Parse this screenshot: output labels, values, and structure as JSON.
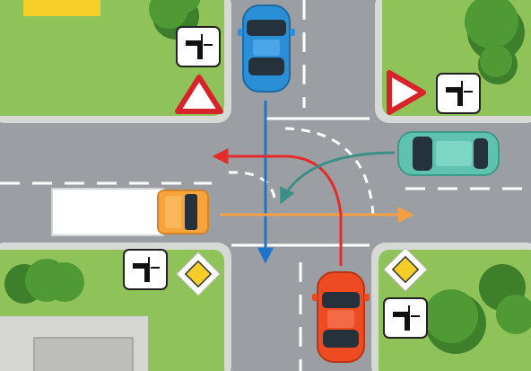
{
  "scene": {
    "type": "traffic-intersection-illustration",
    "colors": {
      "grass": "#8fc35a",
      "road": "#9b9fa3",
      "sidewalk": "#d7d9d6",
      "tree": "#4f9a35",
      "blue_car": "#2a8fd6",
      "teal_car": "#5ec2ae",
      "red_car": "#ef4b23",
      "truck_cab": "#f7a43d",
      "arrow_red": "#e52b2b",
      "arrow_blue": "#1d74c9",
      "arrow_orange": "#f4a041",
      "arrow_teal": "#3b8f86",
      "sign_yield_border": "#d72329",
      "sign_priority_fill": "#f5cf27"
    },
    "vehicles": [
      {
        "name": "blue-car",
        "kind": "car",
        "heading": "south"
      },
      {
        "name": "teal-car",
        "kind": "car",
        "heading": "west"
      },
      {
        "name": "red-car",
        "kind": "car",
        "heading": "north"
      },
      {
        "name": "truck",
        "kind": "truck",
        "heading": "east"
      }
    ],
    "signs": [
      {
        "name": "yield-sign",
        "kind": "give-way-triangle"
      },
      {
        "name": "priority-road-sign",
        "kind": "priority-road-diamond"
      },
      {
        "name": "priority-road-shape-sign",
        "kind": "main-road-direction-plate"
      }
    ]
  }
}
